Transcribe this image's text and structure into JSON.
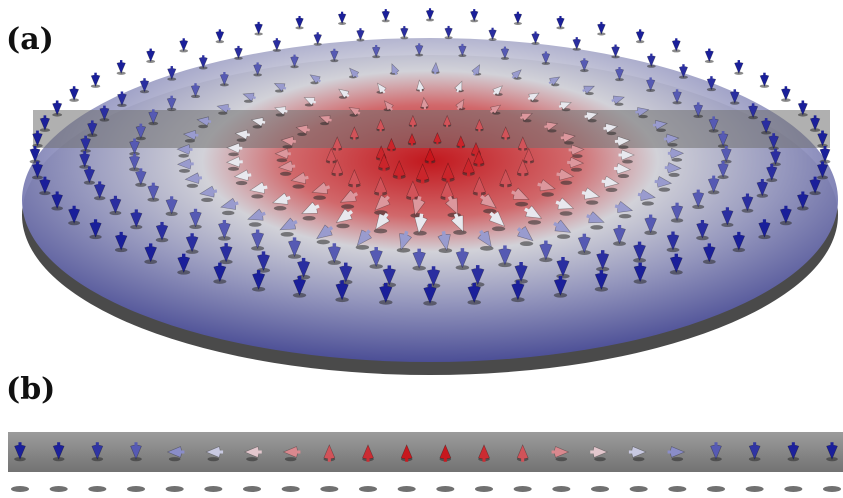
{
  "labels": {
    "a": "(a)",
    "b": "(b)"
  },
  "colors": {
    "core_red": "#c8151b",
    "mid_white": "#e8e8ee",
    "edge_blue": "#1a1f9a",
    "disk_blue": "#5a5f9f",
    "disk_shadow": "#4a4a4a",
    "slice_gray": "#6f6f6f"
  },
  "structure": {
    "description_kind": "skyrmion spin texture",
    "rings": 8,
    "cross_section_arrows": 22
  }
}
